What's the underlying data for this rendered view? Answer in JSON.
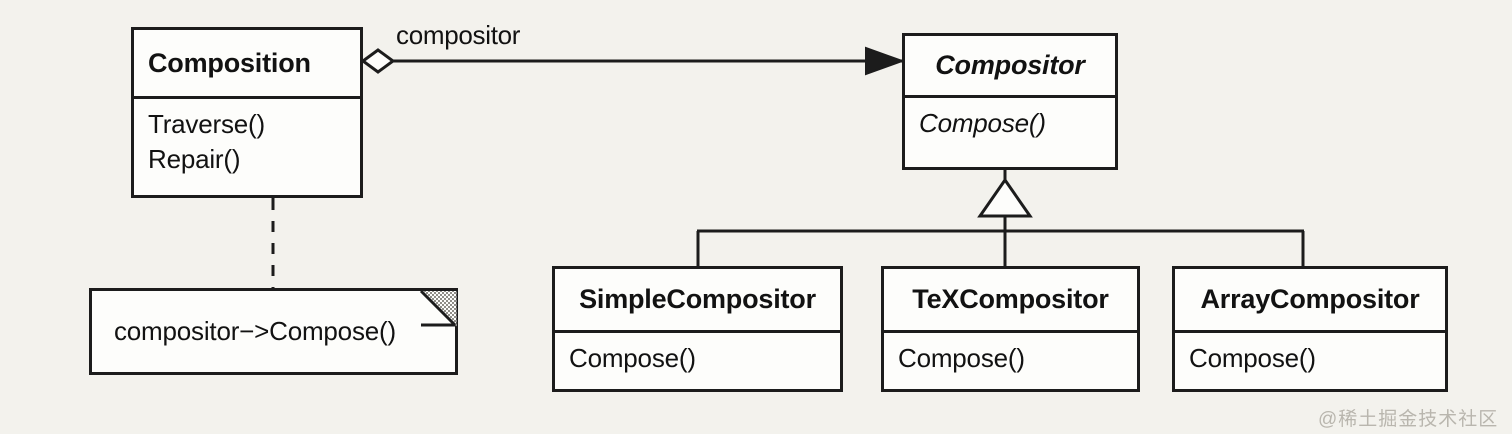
{
  "diagram": {
    "kind": "uml-class-diagram",
    "background_color": "#f3f2ed",
    "line_color": "#1c1c1c",
    "fill_color": "#fdfdfb"
  },
  "classes": [
    {
      "id": "composition",
      "name": "Composition",
      "abstract": false,
      "operations": [
        "Traverse()",
        "Repair()"
      ]
    },
    {
      "id": "compositor",
      "name": "Compositor",
      "abstract": true,
      "operations": [
        "Compose()"
      ]
    },
    {
      "id": "simple-compositor",
      "name": "SimpleCompositor",
      "abstract": false,
      "operations": [
        "Compose()"
      ]
    },
    {
      "id": "tex-compositor",
      "name": "TeXCompositor",
      "abstract": false,
      "operations": [
        "Compose()"
      ]
    },
    {
      "id": "array-compositor",
      "name": "ArrayCompositor",
      "abstract": false,
      "operations": [
        "Compose()"
      ]
    }
  ],
  "relationships": {
    "aggregation": {
      "from": "composition",
      "to": "compositor",
      "role_label": "compositor",
      "source_decoration": "hollow-diamond",
      "target_decoration": "solid-arrowhead"
    },
    "generalization": {
      "parent": "compositor",
      "children": [
        "simple-compositor",
        "tex-compositor",
        "array-compositor"
      ],
      "decoration": "hollow-triangle"
    },
    "note_link": {
      "from": "composition",
      "to": "implementation-note",
      "style": "dashed",
      "source_decoration": "lollipop-circle"
    }
  },
  "note": {
    "id": "implementation-note",
    "text": "compositor−>Compose()"
  },
  "watermark": {
    "text": "@稀土掘金技术社区"
  }
}
